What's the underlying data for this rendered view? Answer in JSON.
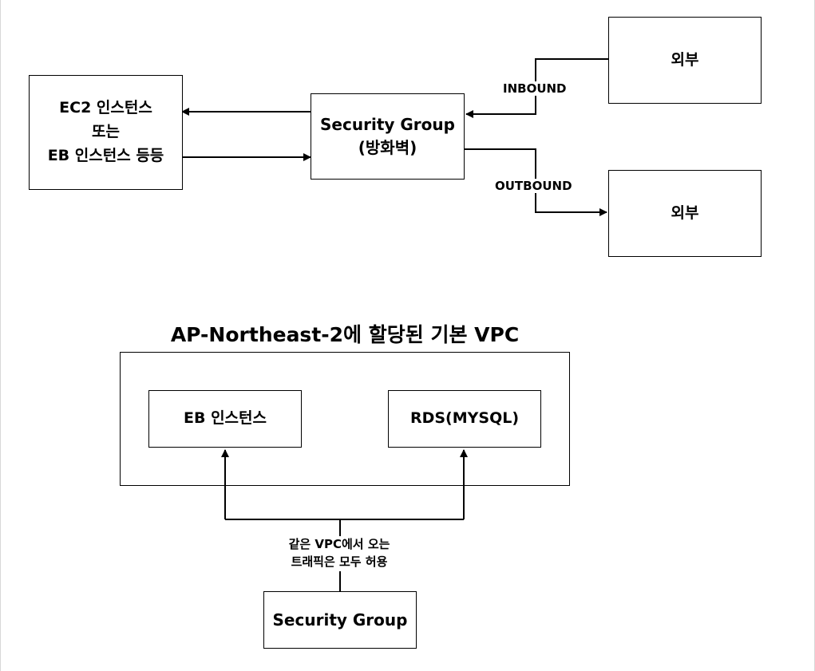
{
  "top_diagram": {
    "instance_box": {
      "line1": "EC2 인스턴스",
      "line2": "또는",
      "line3": "EB 인스턴스 등등"
    },
    "security_group_box": {
      "line1": "Security Group",
      "line2": "(방화벽)"
    },
    "external_top": {
      "label": "외부"
    },
    "external_bottom": {
      "label": "외부"
    },
    "inbound_label": "INBOUND",
    "outbound_label": "OUTBOUND"
  },
  "bottom_diagram": {
    "vpc_title": "AP-Northeast-2에 할당된 기본 VPC",
    "eb_box": {
      "label": "EB 인스턴스"
    },
    "rds_box": {
      "label": "RDS(MYSQL)"
    },
    "traffic_label": {
      "line1": "같은 VPC에서 오는",
      "line2": "트래픽은 모두 허용"
    },
    "security_group_box": {
      "label": "Security Group"
    }
  },
  "colors": {
    "stroke": "#000000",
    "background": "#ffffff",
    "frame": "#d8d8d8"
  }
}
